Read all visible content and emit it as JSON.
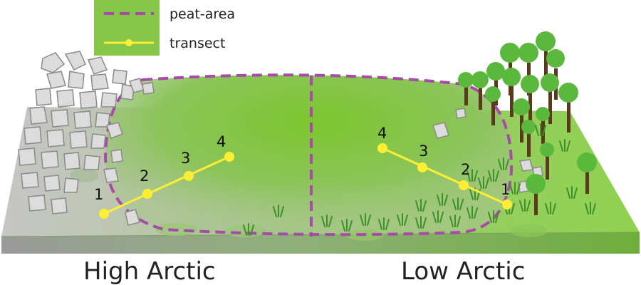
{
  "legend": {
    "peat_area_label": "peat-area",
    "transect_label": "transect",
    "peat_area_color": "#a64ca6",
    "transect_color": "#ffee33",
    "box_color": "#86c74a"
  },
  "regions": {
    "high_arctic_label": "High Arctic",
    "low_arctic_label": "Low Arctic"
  },
  "transects": {
    "high_arctic_points": [
      "1",
      "2",
      "3",
      "4"
    ],
    "low_arctic_points": [
      "4",
      "3",
      "2",
      "1"
    ]
  },
  "colors": {
    "ground_grey": "#c4c4c4",
    "ground_green": "#8bcf4d",
    "peat_center": "#7acb2e",
    "tree_leaves": "#5ab83c",
    "tree_trunk": "#5a3a1c",
    "grass": "#3f8f2a",
    "rock": "#d9d9d9"
  }
}
